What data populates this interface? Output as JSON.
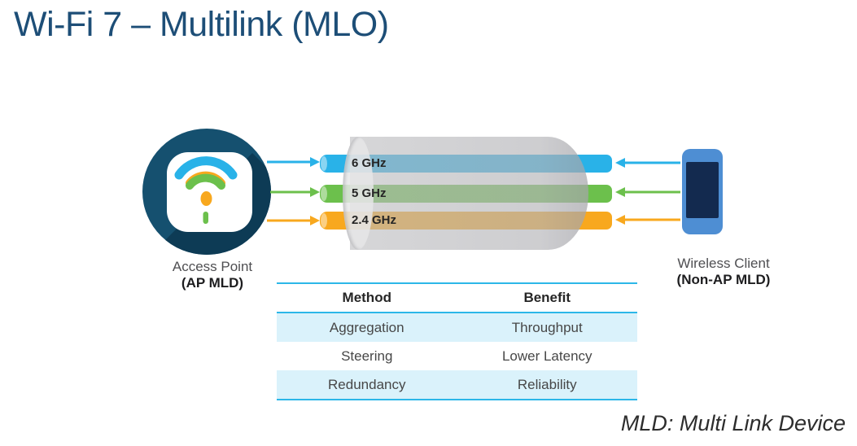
{
  "title": "Wi-Fi 7 – Multilink (MLO)",
  "access_point": {
    "label": "Access Point",
    "sublabel": "(AP MLD)"
  },
  "wireless_client": {
    "label": "Wireless Client",
    "sublabel": "(Non-AP MLD)"
  },
  "bands": [
    {
      "label": "6 GHz",
      "color": "#29b2e8"
    },
    {
      "label": "5 GHz",
      "color": "#6cc04c"
    },
    {
      "label": "2.4 GHz",
      "color": "#f8a81e"
    }
  ],
  "table": {
    "headers": [
      "Method",
      "Benefit"
    ],
    "rows": [
      [
        "Aggregation",
        "Throughput"
      ],
      [
        "Steering",
        "Lower Latency"
      ],
      [
        "Redundancy",
        "Reliability"
      ]
    ]
  },
  "footnote": "MLD: Multi Link Device",
  "colors": {
    "title_text": "#1d4e77",
    "table_line": "#2cb7e8",
    "row_alt_bg": "#daf2fb",
    "ap_navy": "#15506f",
    "ap_shadow": "#0d3b55",
    "phone_blue": "#4e8ed3",
    "phone_screen": "#132a4f",
    "text_gray": "#4f4f52",
    "text_dark": "#1d1d1f"
  }
}
